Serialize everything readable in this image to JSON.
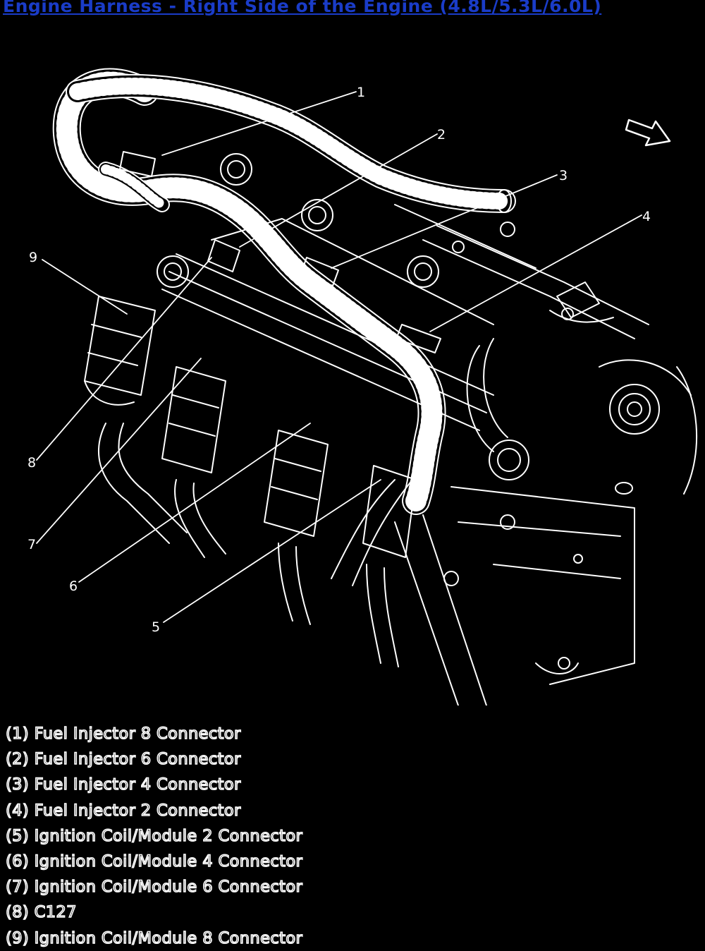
{
  "title": "Engine Harness - Right Side of the Engine (4.8L/5.3L/6.0L)",
  "callouts": [
    "1",
    "2",
    "3",
    "4",
    "5",
    "6",
    "7",
    "8",
    "9"
  ],
  "legend": [
    "(1) Fuel Injector 8 Connector",
    "(2) Fuel Injector 6 Connector",
    "(3) Fuel Injector 4 Connector",
    "(4) Fuel Injector 2 Connector",
    "(5) Ignition Coil/Module 2 Connector",
    "(6) Ignition Coil/Module 4 Connector",
    "(7) Ignition Coil/Module 6 Connector",
    "(8) C127",
    "(9) Ignition Coil/Module 8 Connector"
  ],
  "colors": {
    "background": "#000000",
    "linework": "#ffffff",
    "title_link": "#1a3cc8"
  },
  "icons": {
    "direction_arrow": "front-direction-arrow-icon"
  }
}
